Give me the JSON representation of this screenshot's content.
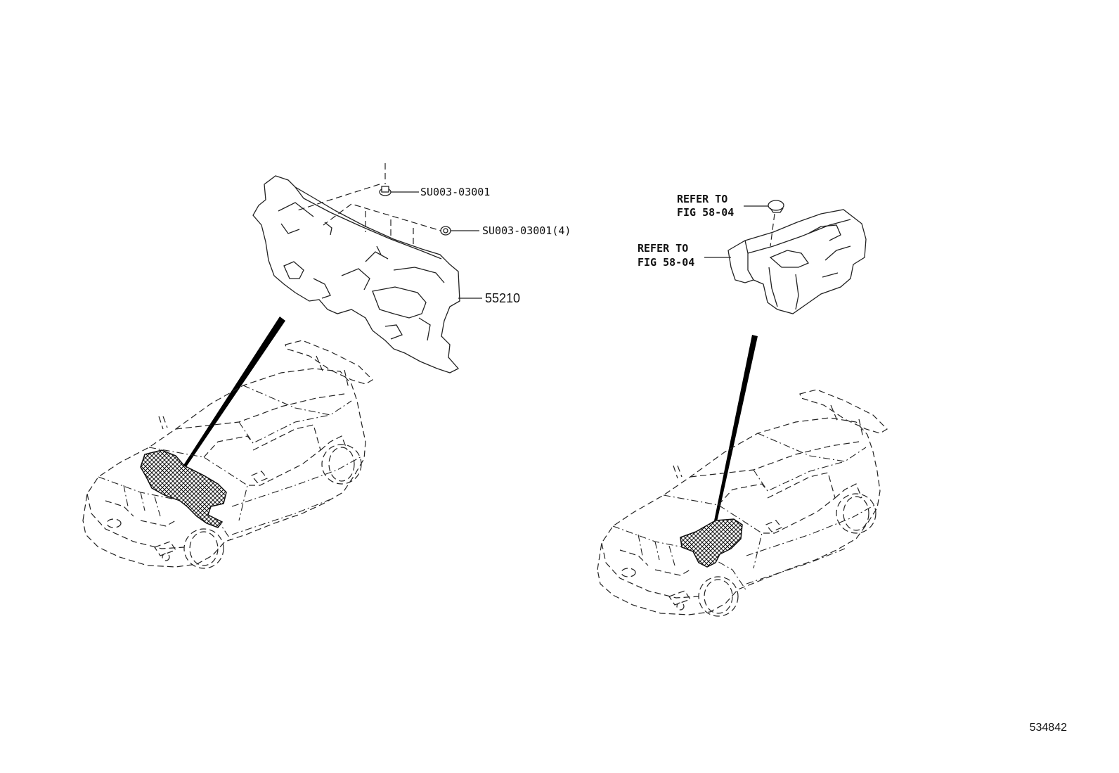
{
  "callouts": {
    "clip_single": "SU003-03001",
    "clip_multi": "SU003-03001(4)",
    "part_main": "55210",
    "refer_upper_line1": "REFER TO",
    "refer_upper_line2": "FIG 58-04",
    "refer_lower_line1": "REFER TO",
    "refer_lower_line2": "FIG 58-04"
  },
  "figure_number": "534842"
}
